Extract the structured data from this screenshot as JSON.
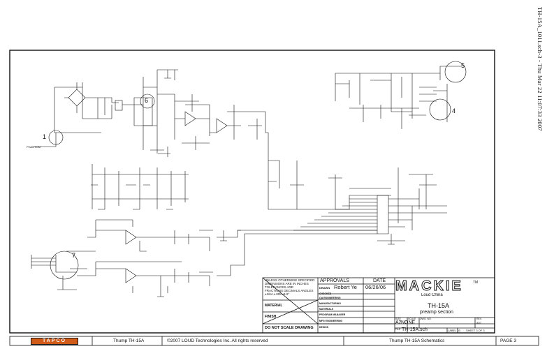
{
  "side_stamp": "TH-15A_1011.sch-3 - Thu Mar 22 11:07:33 2007",
  "callouts": [
    "1",
    "4",
    "5",
    "6",
    "7"
  ],
  "net_labels": [
    "PHANTOM"
  ],
  "notes_block": [
    "UNLESS OTHERWISE SPECIFIED",
    "DIMENSIONS ARE IN INCHES",
    "TOLERANCES ARE:",
    "FRACTIONS  DECIMALS  ANGLES",
    "±1/64   ±.005   ±1/2°"
  ],
  "notes_rows": [
    "MATERIAL",
    "FINISH"
  ],
  "notes_footer": "DO NOT SCALE DRAWING",
  "approvals": {
    "header": "APPROVALS",
    "date_header": "DATE",
    "drawn_label": "DRAWN",
    "drawn_name": "Robert Ye",
    "drawn_date": "06/26/06",
    "rows": [
      "CHECKED",
      "QA ENGINEERING",
      "MANUFACTURING",
      "MATERIALS",
      "PROGRAM MANAGER",
      "MFG ENGINEERING",
      "DESIGN"
    ]
  },
  "logo": {
    "text": "MACKIE",
    "tm": "TM",
    "subtitle": "Loud China"
  },
  "title": {
    "line1": "TH-15A",
    "line2": "preamp section"
  },
  "fields": {
    "size_label": "SIZE",
    "size": "A2",
    "scale_label": "SCALE",
    "scale": "NONE",
    "dwg_label": "DWG. NO.",
    "rev_label": "REV.",
    "rev": "A01",
    "file_label": "FILE",
    "file": "TH-15A.sch",
    "label": "LABEL 03",
    "sheet": "SHEET 3 OF 3"
  },
  "footer": {
    "brand": "TAPCO",
    "model": "Thump TH-15A",
    "copyright": "©2007 LOUD Technologies Inc. All rights reserved",
    "doc_title": "Thump TH-15A Schematics",
    "page": "PAGE 3"
  }
}
